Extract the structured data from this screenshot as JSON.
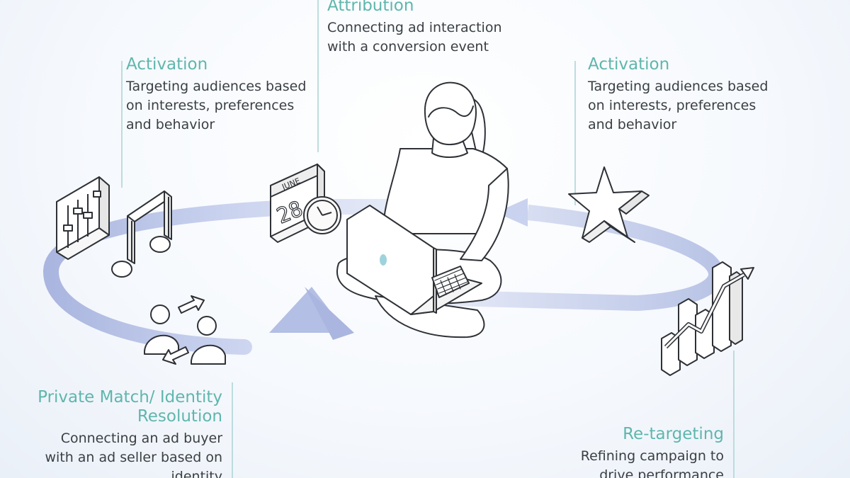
{
  "stages": {
    "attribution": {
      "title": "Attribution",
      "desc_lines": [
        "Connecting ad interaction",
        "with a conversion event"
      ]
    },
    "activation_left": {
      "title": "Activation",
      "desc_lines": [
        "Targeting audiences based",
        "on interests, preferences",
        "and behavior"
      ]
    },
    "activation_right": {
      "title": "Activation",
      "desc_lines": [
        "Targeting audiences based",
        "on interests, preferences",
        "and behavior"
      ]
    },
    "private_match": {
      "title_lines": [
        "Private Match/ Identity",
        "Resolution"
      ],
      "desc_lines": [
        "Connecting an ad buyer",
        "with an ad seller based on",
        "identity"
      ]
    },
    "retargeting": {
      "title": "Re-targeting",
      "desc_lines": [
        "Refining campaign to",
        "drive performance"
      ]
    }
  },
  "calendar": {
    "month": "JUNE",
    "day": "28"
  },
  "icons": [
    "equalizer-icon",
    "music-note-icon",
    "calendar-clock-icon",
    "star-icon",
    "bar-chart-trend-icon",
    "user-exchange-icon",
    "woman-with-laptop-illustration",
    "cycle-arrow"
  ],
  "colors": {
    "title_teal": "#5fb6ad",
    "body_text": "#3a3f44",
    "cycle_arrow": "#b7c2e4",
    "leader_line": "#a9d4d4",
    "outline": "#2e3136"
  }
}
